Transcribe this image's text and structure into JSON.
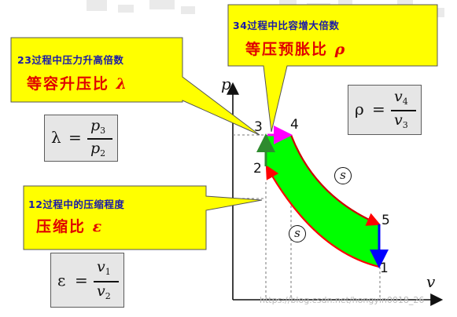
{
  "callouts": {
    "pressure_rise": {
      "small": "23过程中压力升高倍数",
      "big": "等容升压比",
      "symbol": "λ"
    },
    "expansion": {
      "small": "34过程中比容增大倍数",
      "big": "等压预胀比",
      "symbol": "ρ"
    },
    "compression": {
      "small": "12过程中的压缩程度",
      "big": "压缩比",
      "symbol": "ε"
    }
  },
  "formulas": {
    "lambda": {
      "lhs": "λ",
      "eq": "=",
      "num": "p",
      "num_sub": "3",
      "den": "p",
      "den_sub": "2"
    },
    "rho": {
      "lhs": "ρ",
      "eq": "=",
      "num": "v",
      "num_sub": "4",
      "den": "v",
      "den_sub": "3"
    },
    "epsilon": {
      "lhs": "ε",
      "eq": "=",
      "num": "v",
      "num_sub": "1",
      "den": "v",
      "den_sub": "2"
    }
  },
  "diagram": {
    "axis_y_label": "p",
    "axis_x_label": "v",
    "points": [
      "1",
      "2",
      "3",
      "4",
      "5"
    ],
    "entropy_mark": "s",
    "colors": {
      "fill": "#00ff00",
      "compression": "#ff0000",
      "heat_in_v": "#2e8b2e",
      "heat_in_p": "#ff00ff",
      "heat_out": "#0000ff",
      "callout_fill": "#ffff00"
    }
  },
  "watermark": "https://blog.csdn.net/hongyin0018_26"
}
